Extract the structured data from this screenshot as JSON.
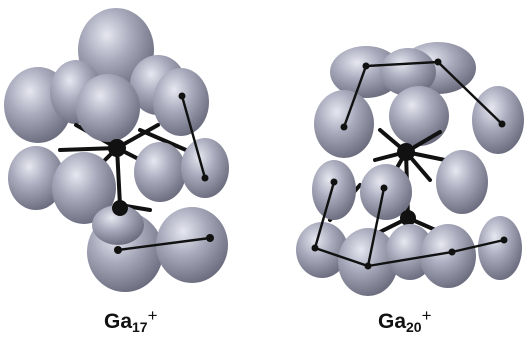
{
  "figure": {
    "clusters": [
      {
        "element": "Ga",
        "count": "17",
        "charge": "+"
      },
      {
        "element": "Ga",
        "count": "20",
        "charge": "+"
      }
    ],
    "colors": {
      "lobe": "#a4a6b8",
      "lobe_dark": "#6f7184",
      "lobe_light": "#e4e5ee",
      "atom": "#111111",
      "bond": "#111111"
    }
  }
}
